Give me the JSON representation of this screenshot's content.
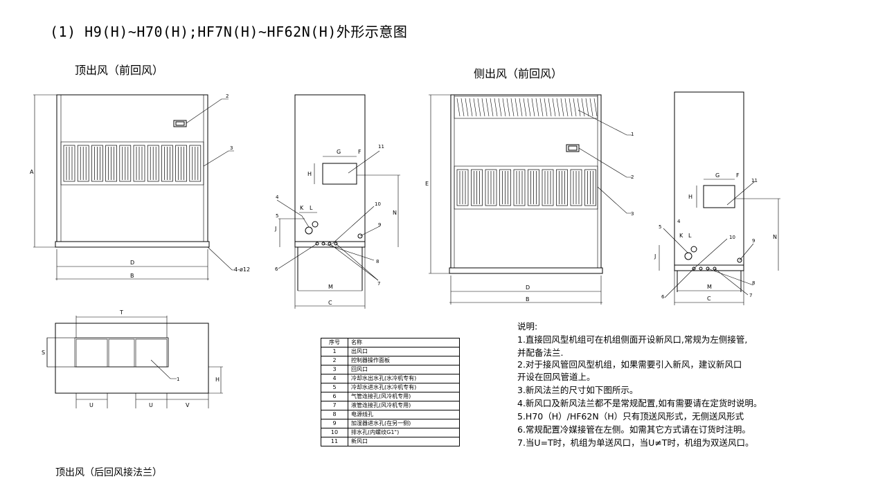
{
  "title": "(1) H9(H)~H70(H);HF7N(H)~HF62N(H)外形示意图",
  "view_left": "顶出风（前回风）",
  "view_right": "侧出风（前回风）",
  "bottom_cut": "顶出风（后回风接法兰）",
  "dim_labels": {
    "A": "A",
    "B": "B",
    "C": "C",
    "D": "D",
    "E": "E",
    "F": "F",
    "G": "G",
    "H": "H",
    "J": "J",
    "K": "K",
    "L": "L",
    "M": "M",
    "N": "N",
    "S": "S",
    "T": "T",
    "U": "U",
    "V": "V",
    "hole": "4-ø12"
  },
  "callouts": [
    "1",
    "2",
    "3",
    "4",
    "5",
    "6",
    "7",
    "8",
    "9",
    "10",
    "11"
  ],
  "parts_table": {
    "header": [
      "序号",
      "名称"
    ],
    "rows": [
      [
        "1",
        "出风口"
      ],
      [
        "2",
        "控制器操作面板"
      ],
      [
        "3",
        "回风口"
      ],
      [
        "4",
        "冷却水出水孔(水冷机专有)"
      ],
      [
        "5",
        "冷却水进水孔(水冷机专有)"
      ],
      [
        "6",
        "气管连接孔(风冷机专用)"
      ],
      [
        "7",
        "液管连接孔(风冷机专用)"
      ],
      [
        "8",
        "电源线孔"
      ],
      [
        "9",
        "加湿器进水孔(在另一侧)"
      ],
      [
        "10",
        "排水孔(内螺纹G1\")"
      ],
      [
        "11",
        "新风口"
      ]
    ]
  },
  "notes": {
    "heading": "说明:",
    "n1a": "1.直接回风型机组可在机组侧面开设新风口,常规为左侧接管,",
    "n1b": "并配备法兰.",
    "n2a": "2.对于接风管回风型机组，如果需要引入新风，建议新风口",
    "n2b": "开设在回风管道上。",
    "n3": "3.新风法兰的尺寸如下图所示。",
    "n4": "4.新风口及新风法兰都不是常规配置,如有需要请在定货时说明。",
    "n5": "5.H70（H）/HF62N（H）只有顶送风形式，无侧送风形式",
    "n6": "6.常规配置冷媒接管在左侧。如需其它方式请在订货时注明。",
    "n7": "7.当U=T时，机组为单送风口，当U≠T时，机组为双送风口。"
  }
}
